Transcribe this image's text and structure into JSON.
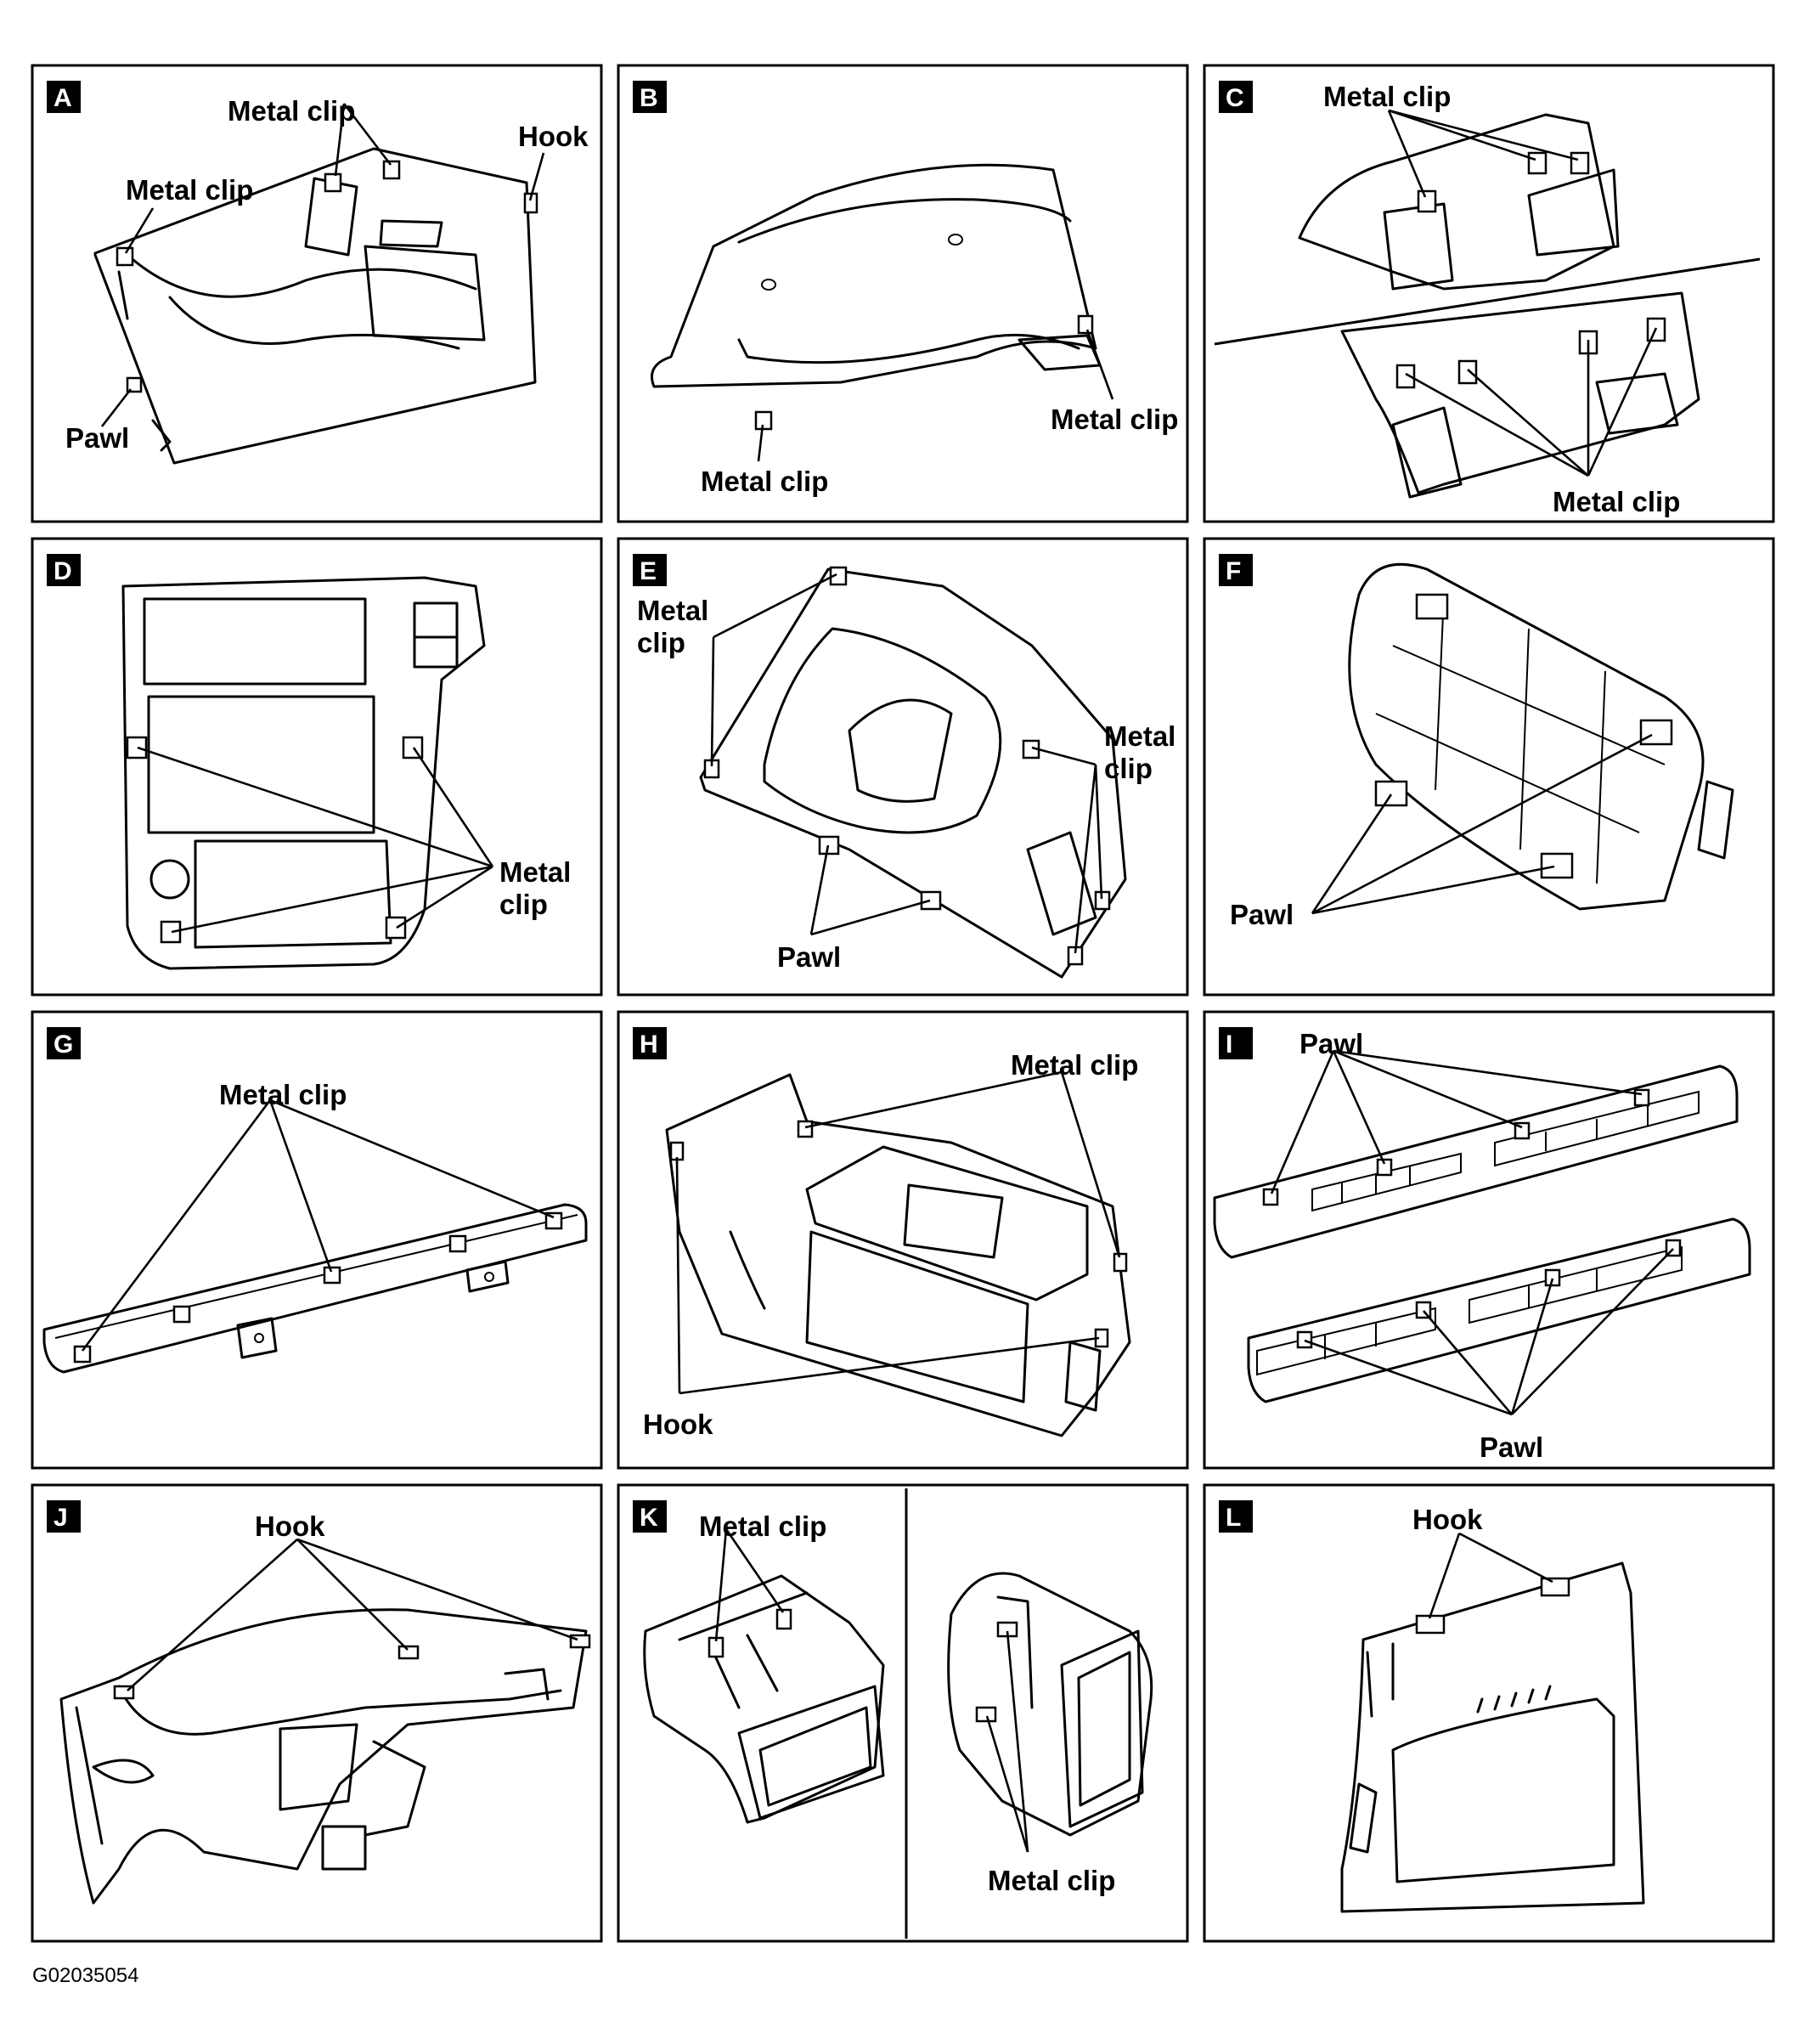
{
  "figure_code": "G02035054",
  "panels": {
    "A": {
      "badge": "A",
      "labels": [
        "Metal clip",
        "Hook",
        "Metal clip",
        "Pawl"
      ]
    },
    "B": {
      "badge": "B",
      "labels": [
        "Metal clip",
        "Metal clip"
      ]
    },
    "C": {
      "badge": "C",
      "labels": [
        "Metal clip",
        "Metal clip"
      ]
    },
    "D": {
      "badge": "D",
      "labels": [
        "Metal",
        "clip"
      ]
    },
    "E": {
      "badge": "E",
      "labels": [
        "Metal",
        "clip",
        "Metal",
        "clip",
        "Pawl"
      ]
    },
    "F": {
      "badge": "F",
      "labels": [
        "Pawl"
      ]
    },
    "G": {
      "badge": "G",
      "labels": [
        "Metal clip"
      ]
    },
    "H": {
      "badge": "H",
      "labels": [
        "Metal clip",
        "Hook"
      ]
    },
    "I": {
      "badge": "I",
      "labels": [
        "Pawl",
        "Pawl"
      ]
    },
    "J": {
      "badge": "J",
      "labels": [
        "Hook"
      ]
    },
    "K": {
      "badge": "K",
      "labels": [
        "Metal clip",
        "Metal clip"
      ]
    },
    "L": {
      "badge": "L",
      "labels": [
        "Hook"
      ]
    }
  }
}
